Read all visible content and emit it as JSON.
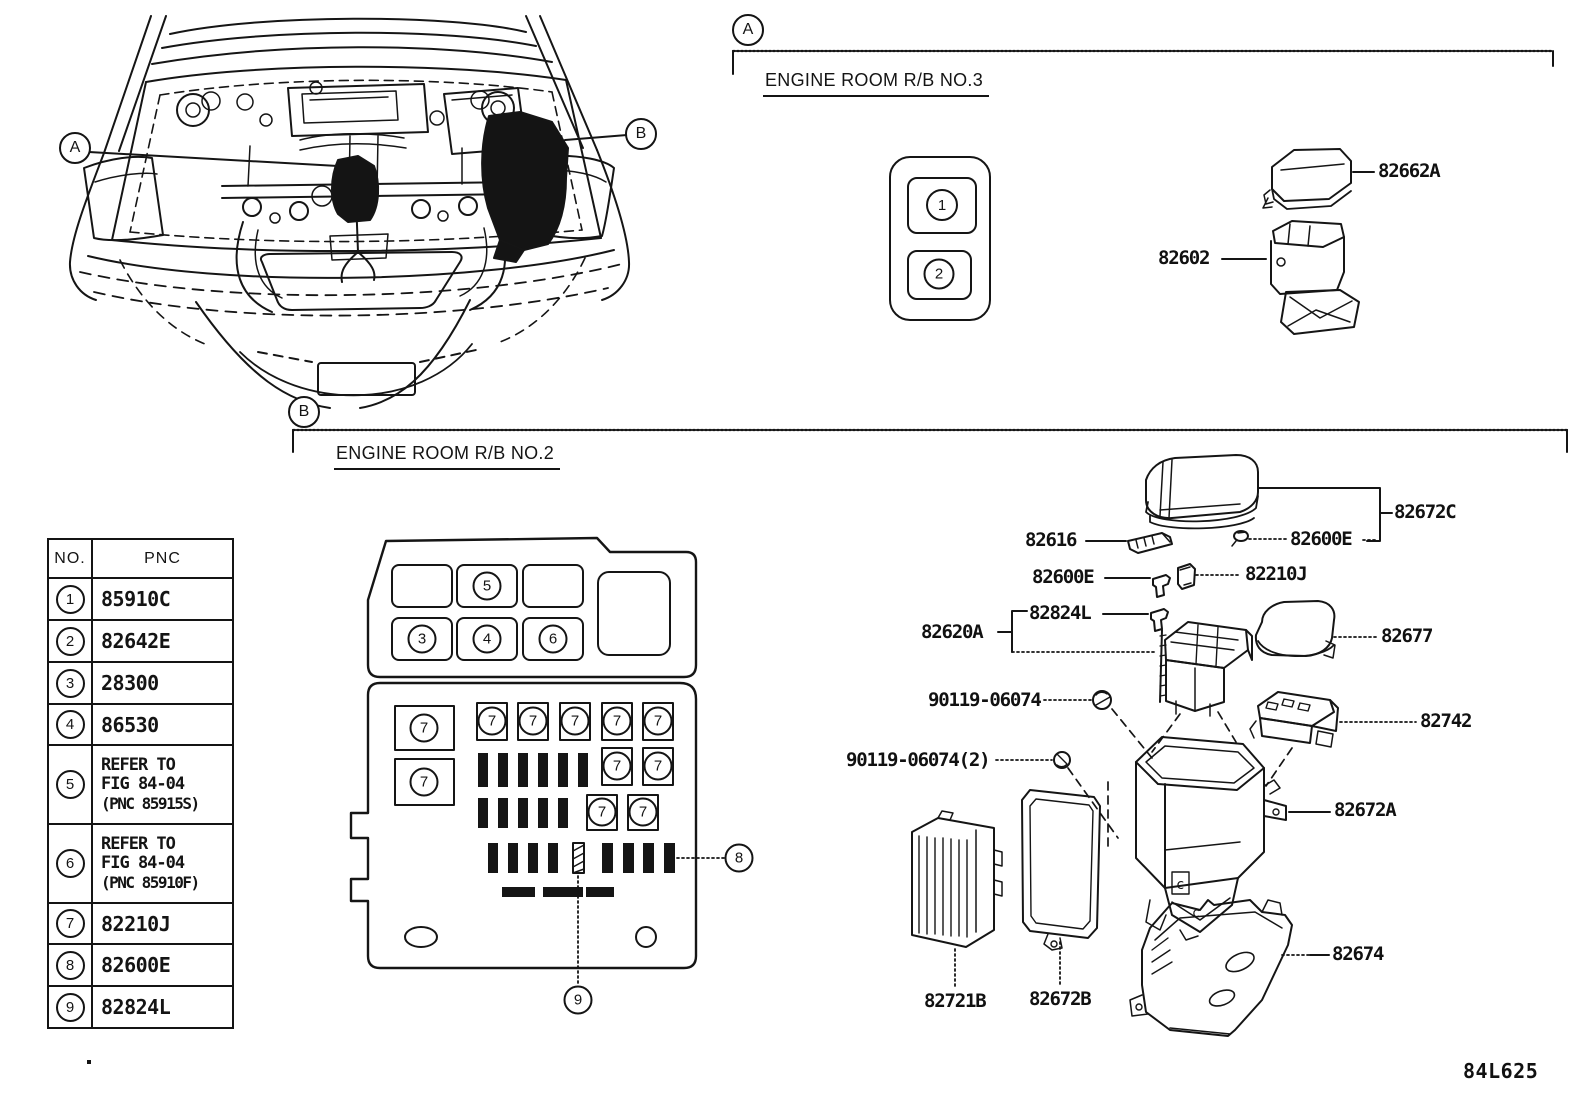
{
  "page": {
    "code": "84L625"
  },
  "car": {
    "callout_a": "A",
    "callout_b": "B"
  },
  "section_a": {
    "marker": "A",
    "title": "ENGINE ROOM R/B NO.3",
    "panel": {
      "slot1": "1",
      "slot2": "2"
    },
    "cover_label": "82662A",
    "block_label": "82602"
  },
  "section_b": {
    "marker": "B",
    "title": "ENGINE ROOM R/B NO.2"
  },
  "pnc_table": {
    "col_no": "NO.",
    "col_pnc": "PNC",
    "rows": [
      {
        "no": "1",
        "l1": "85910C"
      },
      {
        "no": "2",
        "l1": "82642E"
      },
      {
        "no": "3",
        "l1": "28300"
      },
      {
        "no": "4",
        "l1": "86530"
      },
      {
        "no": "5",
        "l1": "REFER TO",
        "l2": "FIG 84-04",
        "l3": "(PNC 85915S)"
      },
      {
        "no": "6",
        "l1": "REFER TO",
        "l2": "FIG 84-04",
        "l3": "(PNC 85910F)"
      },
      {
        "no": "7",
        "l1": "82210J"
      },
      {
        "no": "8",
        "l1": "82600E"
      },
      {
        "no": "9",
        "l1": "82824L"
      }
    ]
  },
  "fusebox": {
    "slot3": "3",
    "slot4": "4",
    "slot5": "5",
    "slot6": "6",
    "seven": "7",
    "callout8": "8",
    "callout9": "9"
  },
  "exploded": {
    "cover_upper": "82672C",
    "fusible_link": "82616",
    "clip_upper": "82600E",
    "clip_lower": "82600E",
    "resistor": "82210J",
    "plug": "82824L",
    "block": "82620A",
    "cover_small": "82677",
    "screw": "90119-06074",
    "relay_block": "82742",
    "screw2": "90119-06074(2)",
    "holder": "82672A",
    "ecu": "82721B",
    "plate": "82672B",
    "lower_cover": "82674",
    "mark_c": "c"
  }
}
